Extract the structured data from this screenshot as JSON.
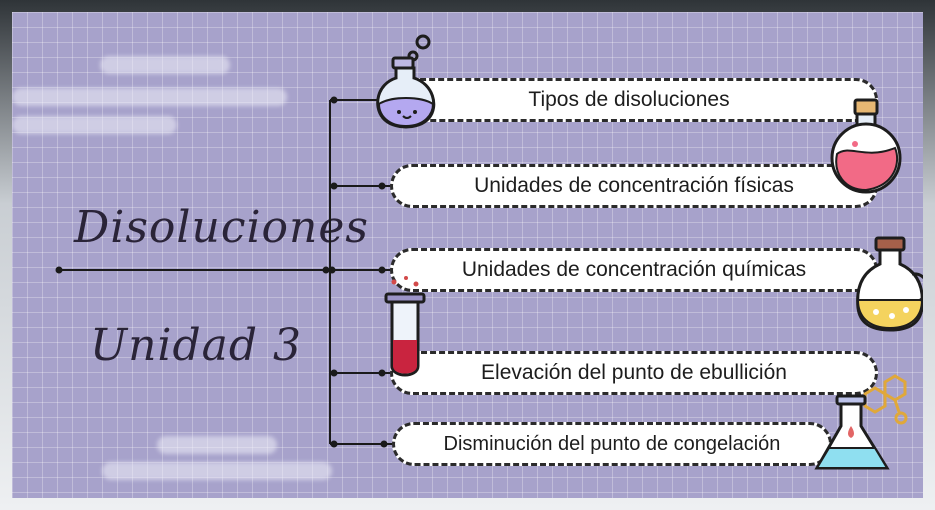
{
  "title": "Disoluciones",
  "subtitle": "Unidad 3",
  "topics": [
    {
      "label": "Tipos de disoluciones",
      "icon": "round-flask-icon"
    },
    {
      "label": "Unidades de concentración físicas",
      "icon": "potion-bottle-icon"
    },
    {
      "label": "Unidades de concentración químicas",
      "icon": "jug-icon"
    },
    {
      "label": "Elevación del punto de ebullición",
      "icon": "test-tube-icon"
    },
    {
      "label": "Disminución del punto de congelación",
      "icon": "erlenmeyer-flask-icon"
    }
  ],
  "colors": {
    "board": "#a7a2cb",
    "pill_fill": "#ffffff",
    "pill_border": "#2b2b2b",
    "line": "#1a1a1a"
  }
}
